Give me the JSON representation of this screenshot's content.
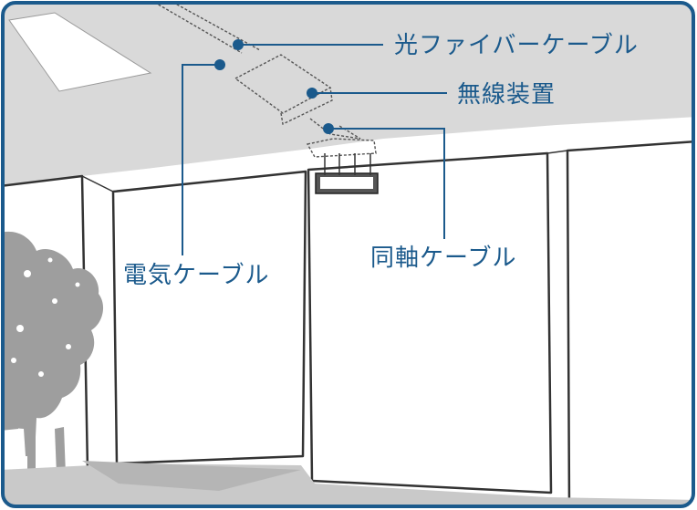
{
  "labels": {
    "fiber_cable": "光ファイバーケーブル",
    "wireless_device": "無線装置",
    "coaxial_cable": "同軸ケーブル",
    "power_cable": "電気ケーブル"
  },
  "colors": {
    "accent": "#1b5a8c",
    "ceiling": "#d9d9d9",
    "wall_line": "#3a3a3a",
    "frame_border": "#1b5a8c"
  },
  "icons": [
    "ceiling-light",
    "wireless-device-unit",
    "tree-silhouette"
  ]
}
